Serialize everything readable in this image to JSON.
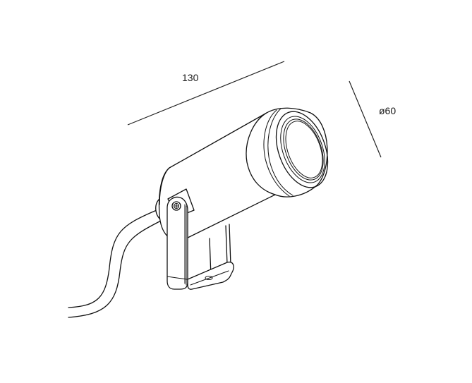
{
  "drawing": {
    "subject": "spotlight with ground bracket and cable",
    "dimensions": {
      "length": {
        "label": "130"
      },
      "diameter": {
        "label": "ø60"
      }
    },
    "colors": {
      "background": "#ffffff",
      "line": "#111111"
    }
  }
}
